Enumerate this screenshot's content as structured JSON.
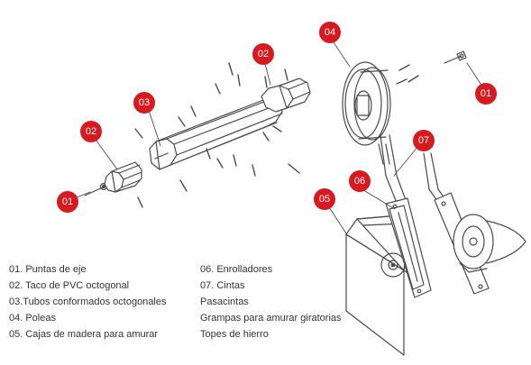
{
  "colors": {
    "badge": "#d71920",
    "stroke": "#4a4a4a",
    "badge_text": "#ffffff"
  },
  "badges": {
    "b01a": "01",
    "b02a": "02",
    "b03": "03",
    "b02b": "02",
    "b04": "04",
    "b07": "07",
    "b06": "06",
    "b05": "05",
    "b01b": "01"
  },
  "legend": {
    "left": [
      "01. Puntas de eje",
      "02. Taco de PVC octogonal",
      "03.Tubos conformados octogonales",
      "04. Poleas",
      "05. Cajas de madera para amurar"
    ],
    "right": [
      "06. Enrolladores",
      "07. Cintas",
      "Pasacintas",
      "Grampas para amurar giratorias",
      "Topes de hierro"
    ]
  }
}
